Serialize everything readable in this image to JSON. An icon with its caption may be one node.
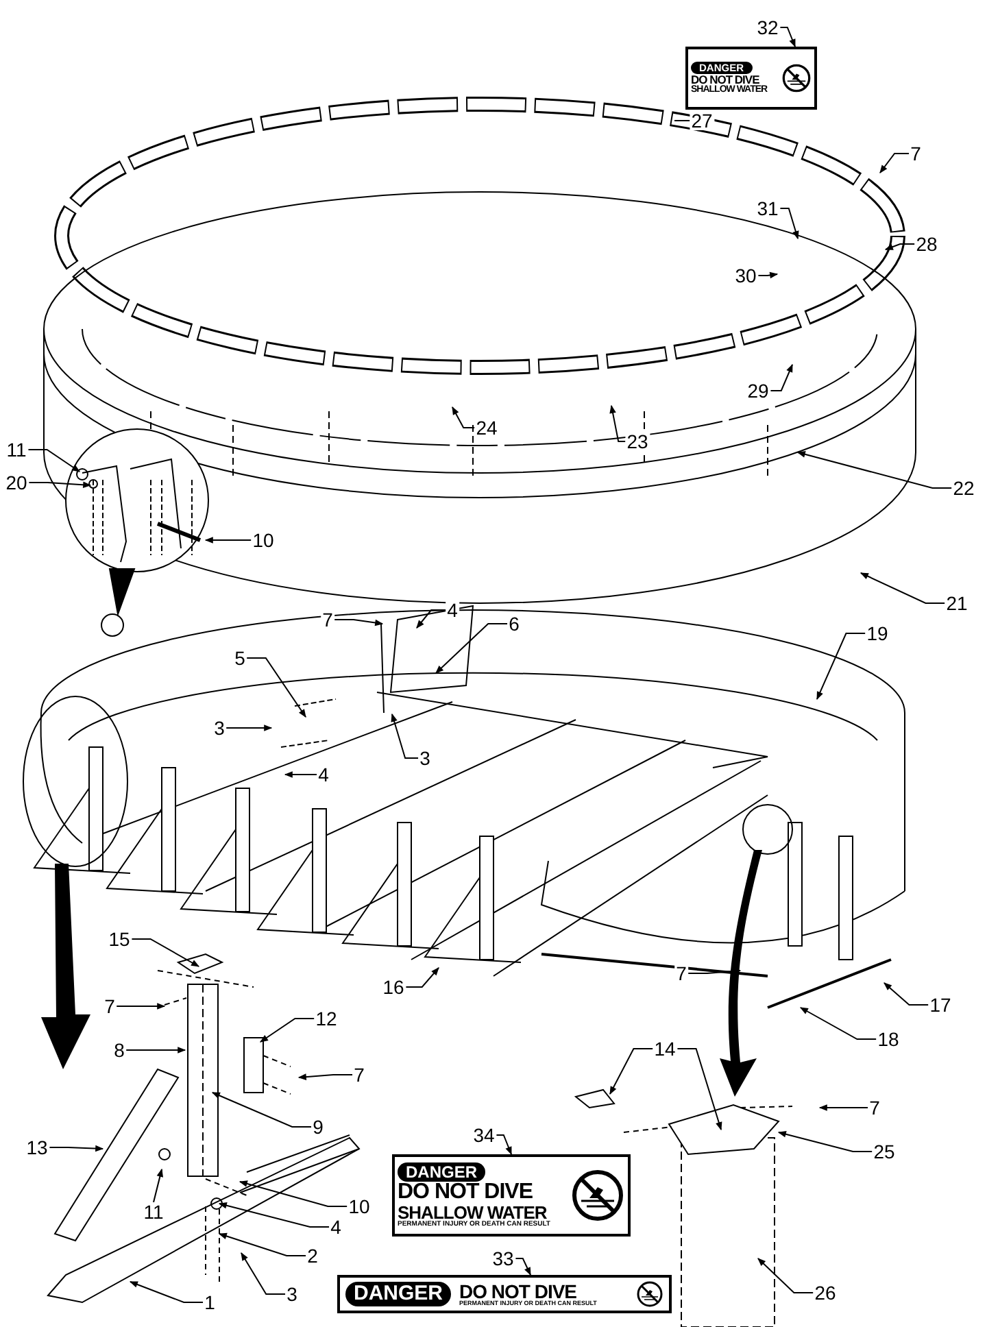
{
  "diagram": {
    "nodes": [
      {
        "text": [
          "32"
        ]
      },
      {
        "text": [
          "DANGER",
          "DO NOT DIVE",
          "SHALLOW WATER"
        ]
      },
      {
        "text": [
          "27"
        ]
      },
      {
        "text": [
          "7"
        ]
      },
      {
        "text": [
          "31"
        ]
      },
      {
        "text": [
          "28"
        ]
      },
      {
        "text": [
          "30"
        ]
      },
      {
        "text": [
          "29"
        ]
      },
      {
        "text": [
          "24"
        ]
      },
      {
        "text": [
          "23"
        ]
      },
      {
        "text": [
          "11"
        ]
      },
      {
        "text": [
          "20"
        ]
      },
      {
        "text": [
          "22"
        ]
      },
      {
        "text": [
          "10"
        ]
      },
      {
        "text": [
          "21"
        ]
      },
      {
        "text": [
          "4"
        ]
      },
      {
        "text": [
          "7"
        ]
      },
      {
        "text": [
          "6"
        ]
      },
      {
        "text": [
          "19"
        ]
      },
      {
        "text": [
          "5"
        ]
      },
      {
        "text": [
          "3"
        ]
      },
      {
        "text": [
          "3"
        ]
      },
      {
        "text": [
          "4"
        ]
      },
      {
        "text": [
          "15"
        ]
      },
      {
        "text": [
          "16"
        ]
      },
      {
        "text": [
          "7"
        ]
      },
      {
        "text": [
          "17"
        ]
      },
      {
        "text": [
          "7"
        ]
      },
      {
        "text": [
          "12"
        ]
      },
      {
        "text": [
          "18"
        ]
      },
      {
        "text": [
          "14"
        ]
      },
      {
        "text": [
          "8"
        ]
      },
      {
        "text": [
          "7"
        ]
      },
      {
        "text": [
          "7"
        ]
      },
      {
        "text": [
          "9"
        ]
      },
      {
        "text": [
          "34"
        ]
      },
      {
        "text": [
          "13"
        ]
      },
      {
        "text": [
          "25"
        ]
      },
      {
        "text": [
          "DANGER",
          "DO NOT DIVE",
          "SHALLOW WATER",
          "PERMANENT INJURY OR DEATH CAN RESULT"
        ]
      },
      {
        "text": [
          "10"
        ]
      },
      {
        "text": [
          "11"
        ]
      },
      {
        "text": [
          "4"
        ]
      },
      {
        "text": [
          "2"
        ]
      },
      {
        "text": [
          "33"
        ]
      },
      {
        "text": [
          "26"
        ]
      },
      {
        "text": [
          "3"
        ]
      },
      {
        "text": [
          "DANGER",
          "DO NOT DIVE",
          "PERMANENT INJURY OR DEATH CAN RESULT"
        ]
      },
      {
        "text": [
          "1"
        ]
      }
    ],
    "edges": [
      {
        "from": 0,
        "to": 1,
        "arrow": "to"
      },
      {
        "from": 2,
        "to": null,
        "arrow": "none"
      },
      {
        "from": 3,
        "to": null,
        "arrow": "to"
      },
      {
        "from": 4,
        "to": null,
        "arrow": "to"
      },
      {
        "from": 5,
        "to": null,
        "arrow": "to"
      },
      {
        "from": 6,
        "to": null,
        "arrow": "to"
      },
      {
        "from": 7,
        "to": null,
        "arrow": "to"
      },
      {
        "from": 8,
        "to": null,
        "arrow": "to"
      },
      {
        "from": 9,
        "to": null,
        "arrow": "to"
      },
      {
        "from": 10,
        "to": null,
        "arrow": "to"
      },
      {
        "from": 11,
        "to": null,
        "arrow": "to"
      },
      {
        "from": 12,
        "to": null,
        "arrow": "to"
      },
      {
        "from": 13,
        "to": null,
        "arrow": "to"
      },
      {
        "from": 14,
        "to": null,
        "arrow": "to"
      },
      {
        "from": 15,
        "to": null,
        "arrow": "to"
      },
      {
        "from": 16,
        "to": null,
        "arrow": "to"
      },
      {
        "from": 17,
        "to": null,
        "arrow": "to"
      },
      {
        "from": 18,
        "to": null,
        "arrow": "to"
      },
      {
        "from": 19,
        "to": null,
        "arrow": "to"
      },
      {
        "from": 20,
        "to": null,
        "arrow": "to"
      },
      {
        "from": 21,
        "to": null,
        "arrow": "to"
      },
      {
        "from": 22,
        "to": null,
        "arrow": "to"
      },
      {
        "from": 23,
        "to": null,
        "arrow": "to"
      },
      {
        "from": 24,
        "to": null,
        "arrow": "to"
      },
      {
        "from": 25,
        "to": null,
        "arrow": "to"
      },
      {
        "from": 26,
        "to": null,
        "arrow": "to"
      },
      {
        "from": 27,
        "to": null,
        "arrow": "to"
      },
      {
        "from": 28,
        "to": null,
        "arrow": "to"
      },
      {
        "from": 29,
        "to": null,
        "arrow": "to"
      },
      {
        "from": 30,
        "to": null,
        "arrow": "to"
      },
      {
        "from": 30,
        "to": null,
        "arrow": "to"
      },
      {
        "from": 31,
        "to": null,
        "arrow": "to"
      },
      {
        "from": 32,
        "to": null,
        "arrow": "to"
      },
      {
        "from": 33,
        "to": null,
        "arrow": "to"
      },
      {
        "from": 34,
        "to": null,
        "arrow": "to"
      },
      {
        "from": 35,
        "to": 38,
        "arrow": "to"
      },
      {
        "from": 36,
        "to": null,
        "arrow": "to"
      },
      {
        "from": 37,
        "to": null,
        "arrow": "to"
      },
      {
        "from": 39,
        "to": null,
        "arrow": "to"
      },
      {
        "from": 40,
        "to": null,
        "arrow": "to"
      },
      {
        "from": 41,
        "to": null,
        "arrow": "to"
      },
      {
        "from": 42,
        "to": null,
        "arrow": "to"
      },
      {
        "from": 43,
        "to": 46,
        "arrow": "to"
      },
      {
        "from": 44,
        "to": null,
        "arrow": "to"
      },
      {
        "from": 45,
        "to": null,
        "arrow": "to"
      },
      {
        "from": 47,
        "to": null,
        "arrow": "to"
      }
    ]
  }
}
